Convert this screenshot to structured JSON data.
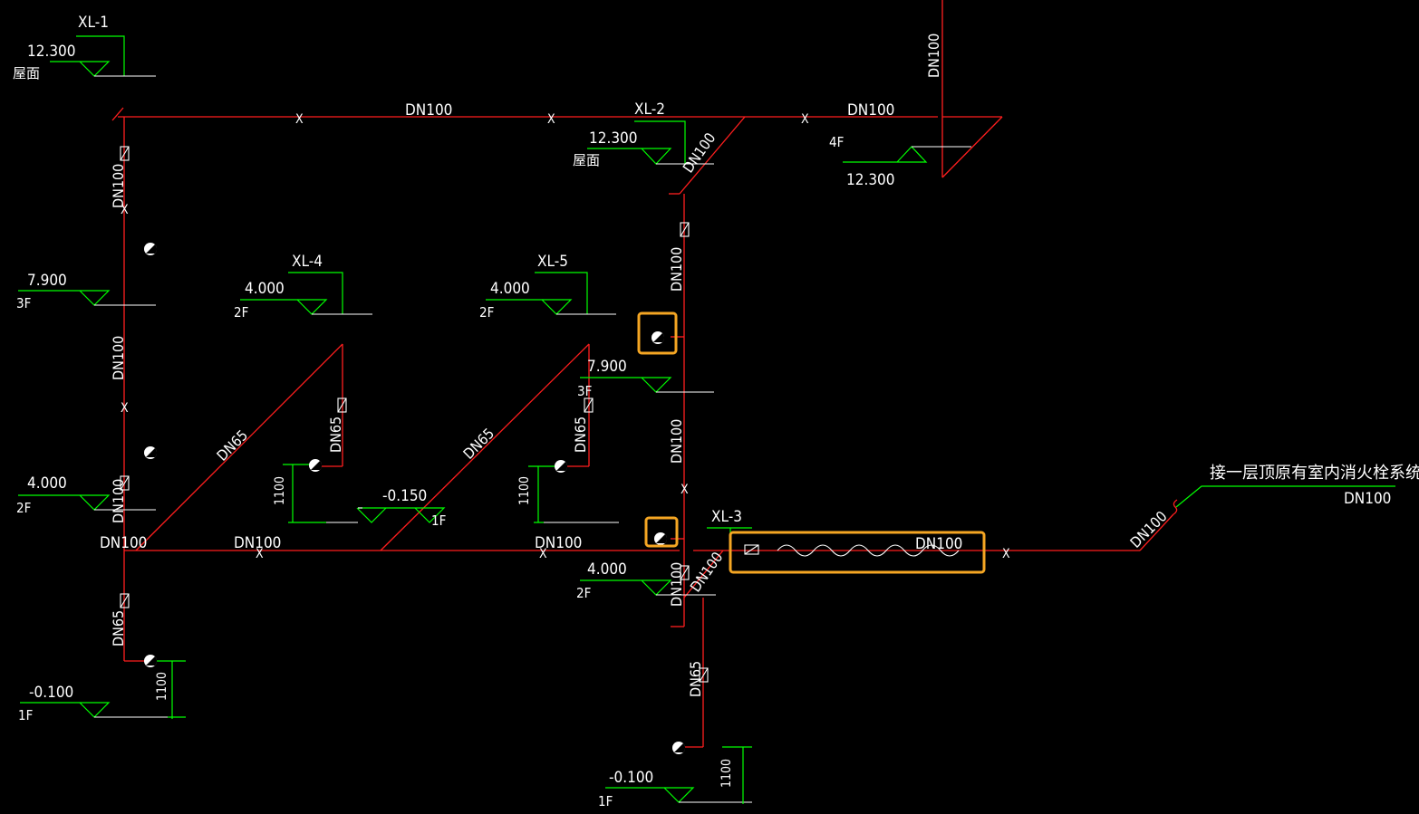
{
  "colors": {
    "background": "#000000",
    "pipe": "#ff1e1e",
    "level_line": "#00ff00",
    "text": "#ffffff",
    "highlight": "#f5a623"
  },
  "risers": {
    "xl1": "XL-1",
    "xl2": "XL-2",
    "xl3": "XL-3",
    "xl4": "XL-4",
    "xl5": "XL-5"
  },
  "floors": {
    "roof": "屋面",
    "f1": "1F",
    "f2": "2F",
    "f3": "3F",
    "f4": "4F"
  },
  "elevations": {
    "roof": "12.300",
    "f3": "7.900",
    "f2": "4.000",
    "f1_left": "-0.100",
    "f1_mid": "-0.150",
    "f1_right": "-0.100"
  },
  "pipe_sizes": {
    "dn100": "DN100",
    "dn65": "DN65"
  },
  "dims": {
    "h1100": "1100"
  },
  "markers": {
    "valve": "X"
  },
  "note": "接一层顶原有室内消火栓系统横管"
}
